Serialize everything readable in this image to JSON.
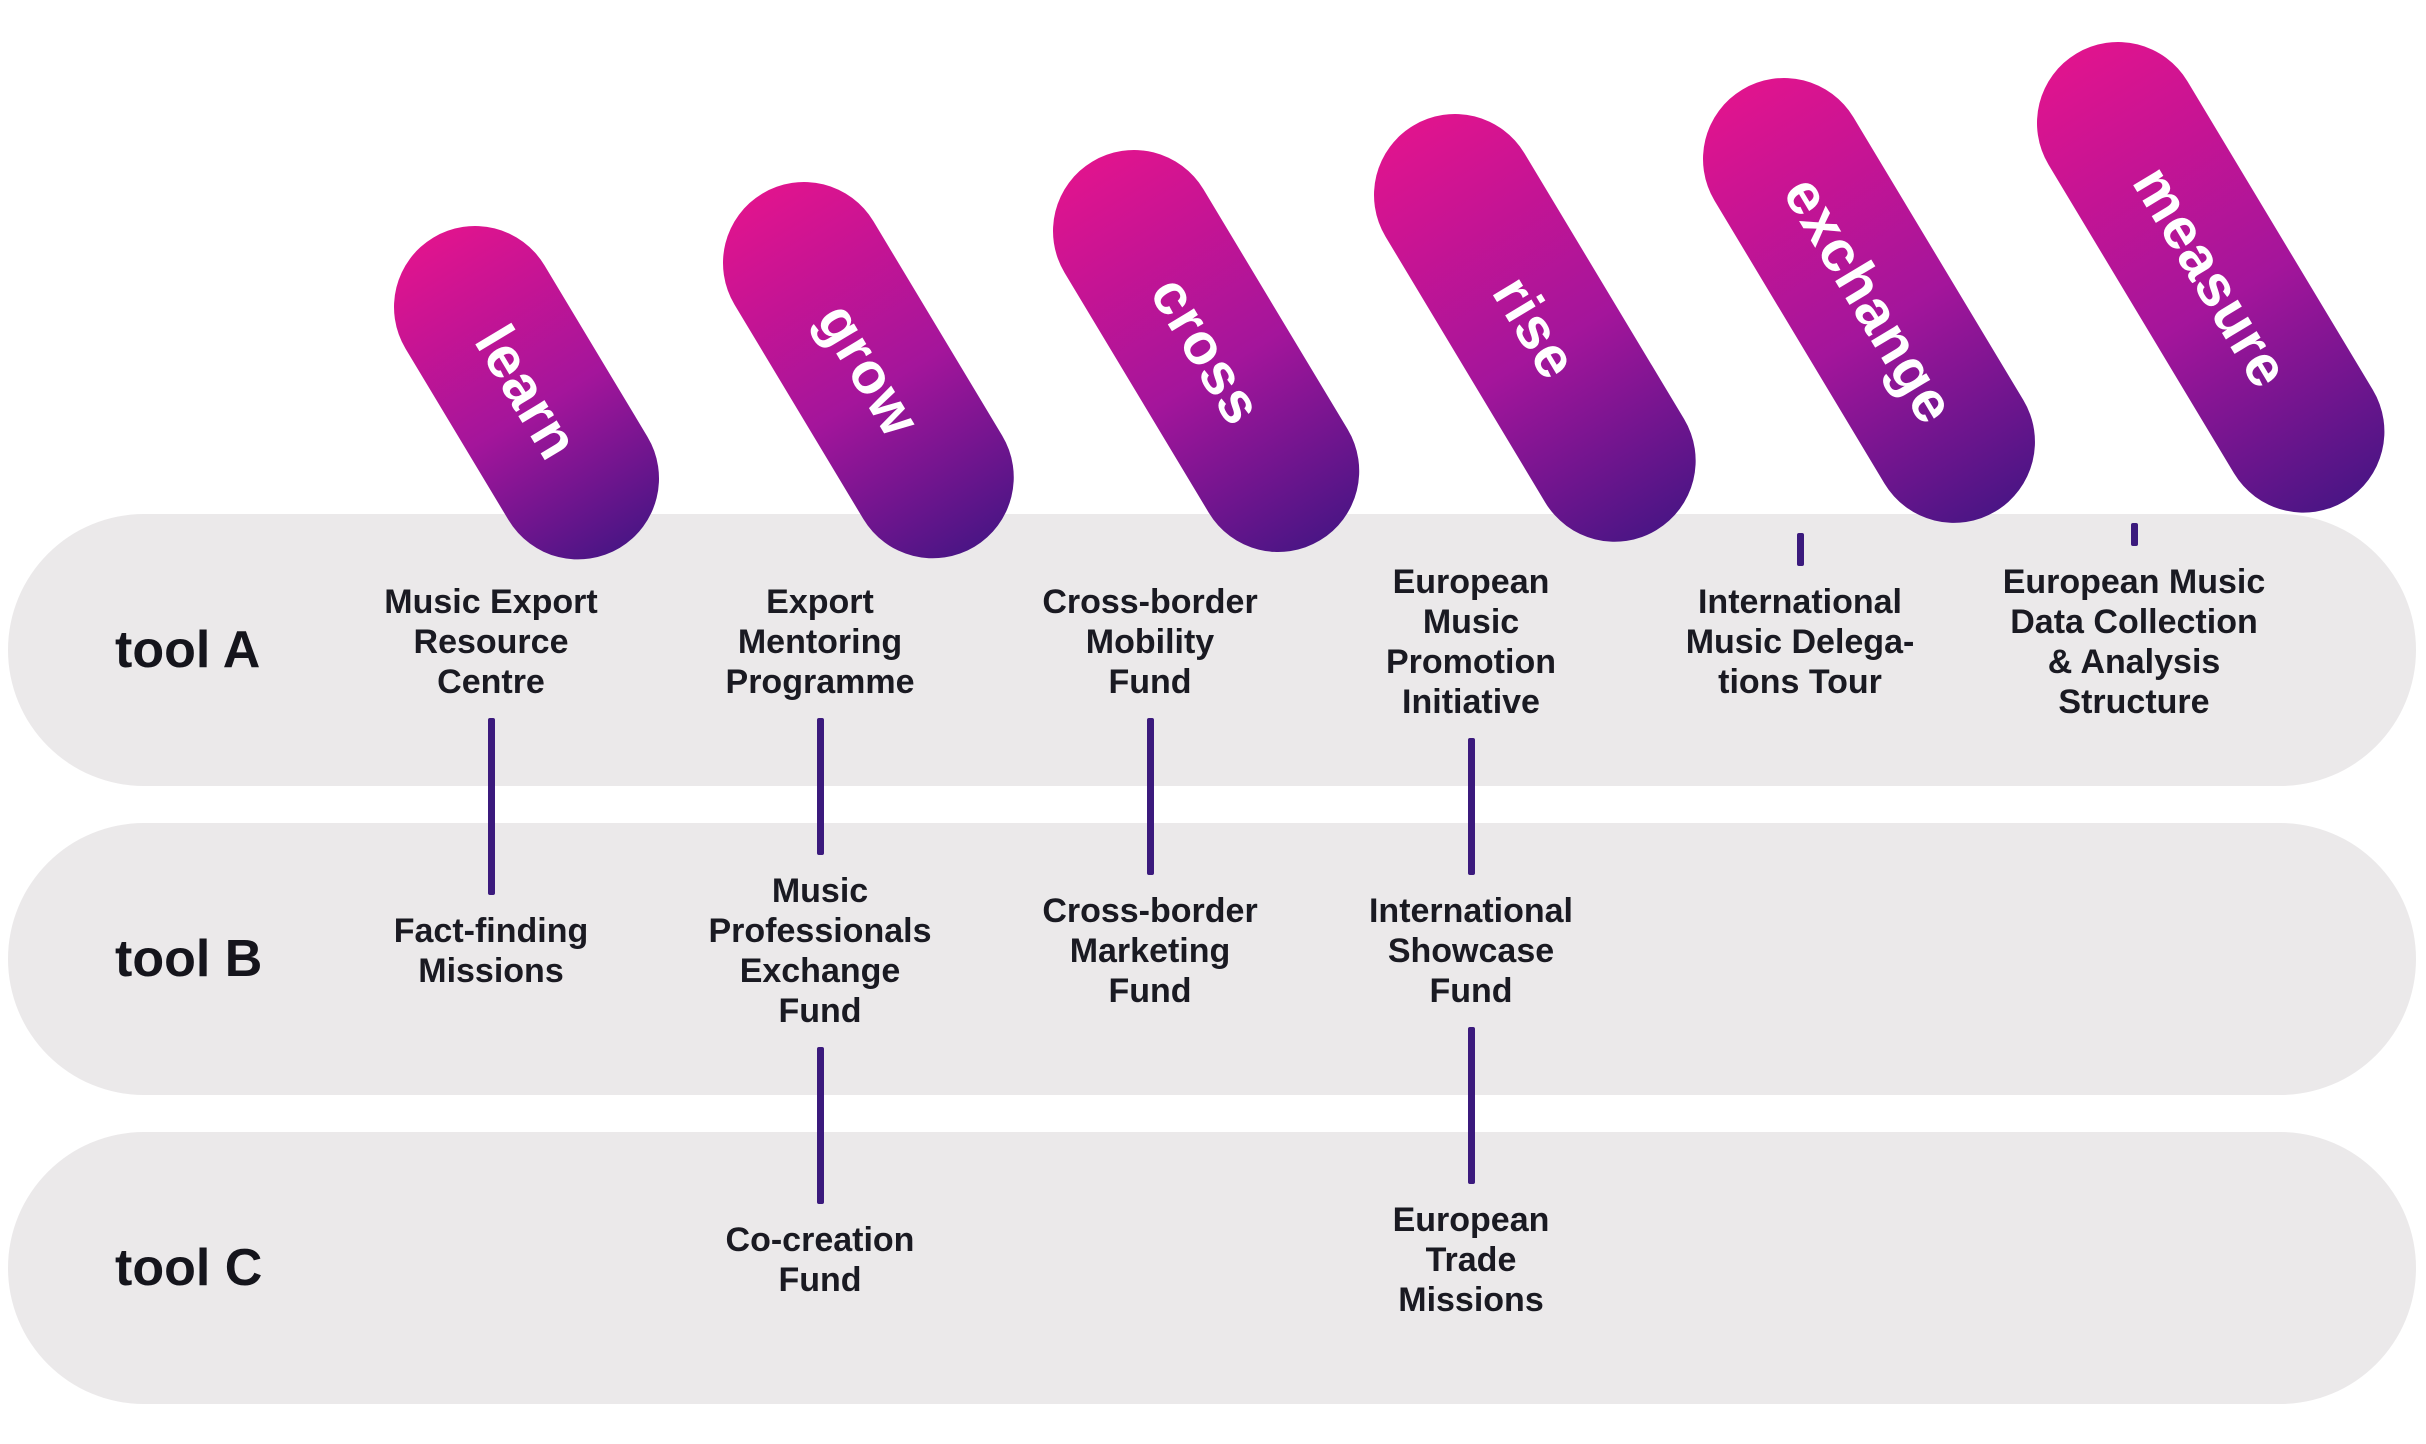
{
  "rows": [
    {
      "label": "tool A"
    },
    {
      "label": "tool B"
    },
    {
      "label": "tool C"
    }
  ],
  "stages": [
    {
      "label": "learn",
      "tools": [
        [
          "Music Export",
          "Resource",
          "Centre"
        ],
        [
          "Fact-finding",
          "Missions"
        ],
        null
      ]
    },
    {
      "label": "grow",
      "tools": [
        [
          "Export",
          "Mentoring",
          "Programme"
        ],
        [
          "Music",
          "Professionals",
          "Exchange",
          "Fund"
        ],
        [
          "Co-creation",
          "Fund"
        ]
      ]
    },
    {
      "label": "cross",
      "tools": [
        [
          "Cross-border",
          "Mobility",
          "Fund"
        ],
        [
          "Cross-border",
          "Marketing",
          "Fund"
        ],
        null
      ]
    },
    {
      "label": "rise",
      "tools": [
        [
          "European",
          "Music",
          "Promotion",
          "Initiative"
        ],
        [
          "International",
          "Showcase",
          "Fund"
        ],
        [
          "European",
          "Trade",
          "Missions"
        ]
      ]
    },
    {
      "label": "exchange",
      "tools": [
        [
          "International",
          "Music Delega-",
          "tions Tour"
        ],
        null,
        null
      ]
    },
    {
      "label": "measure",
      "tools": [
        [
          "European Music",
          "Data Collection",
          "& Analysis",
          "Structure"
        ],
        null,
        null
      ]
    }
  ],
  "colors": {
    "band": "#ebe9ea",
    "connector": "#3b1a7d",
    "pill_start": "#e0148e",
    "pill_end": "#4b1585",
    "text": "#1a1a22"
  }
}
